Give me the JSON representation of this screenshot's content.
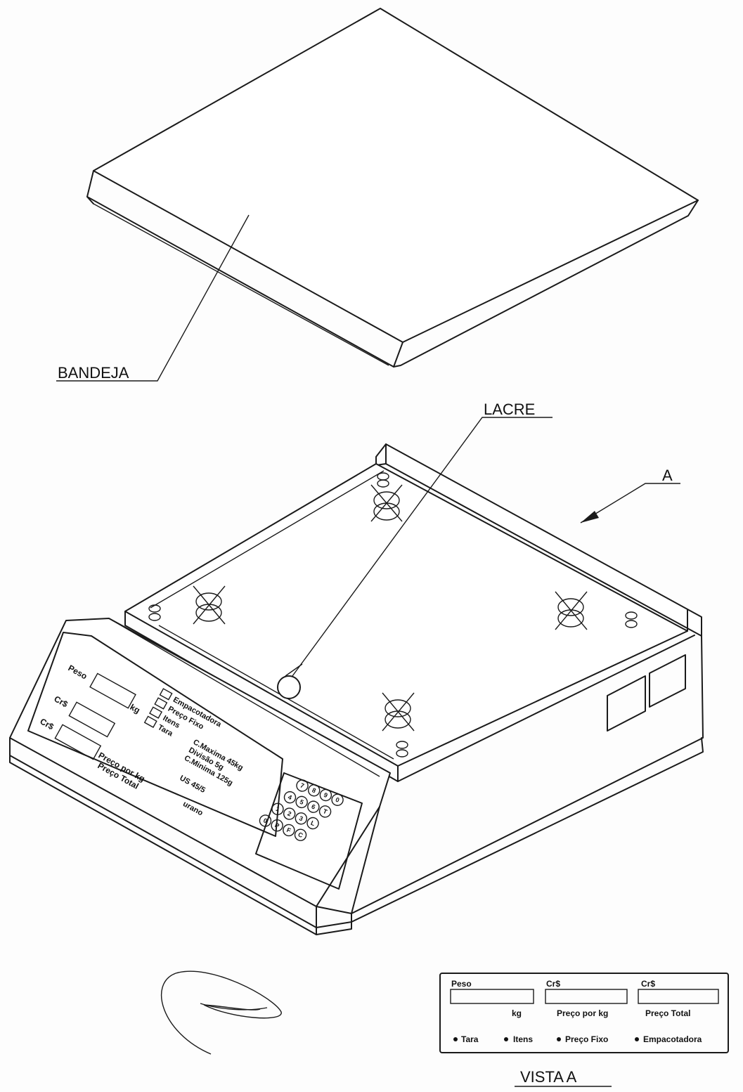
{
  "labels": {
    "bandeja": "BANDEJA",
    "lacre": "LACRE",
    "view_marker": "A"
  },
  "front_panel": {
    "peso": "Peso",
    "kg": "kg",
    "crs": "Cr$",
    "preco_por_kg": "Preço por kg",
    "preco_total": "Preço Total",
    "empacotadora": "Empacotadora",
    "preco_fixo": "Preço Fixo",
    "itens": "Itens",
    "tara": "Tara",
    "spec_maxima": "C.Maxima 45kg",
    "spec_divisao": "Divisão 5g",
    "spec_minima": "C.Minima 125g",
    "model": "US 45/5",
    "brand": "urano"
  },
  "keypad": {
    "row1": [
      "7",
      "8",
      "9",
      "0"
    ],
    "row2": [
      "4",
      "5",
      "6",
      "T"
    ],
    "row3": [
      "1",
      "2",
      "3",
      "L"
    ],
    "row4": [
      "0",
      "P",
      "F",
      "C"
    ]
  },
  "vista_a": {
    "title": "VISTA A",
    "peso": "Peso",
    "kg": "kg",
    "crs": "Cr$",
    "preco_por_kg": "Preço por kg",
    "preco_total": "Preço Total",
    "tara": "Tara",
    "itens": "Itens",
    "preco_fixo": "Preço Fixo",
    "empacotadora": "Empacotadora"
  }
}
